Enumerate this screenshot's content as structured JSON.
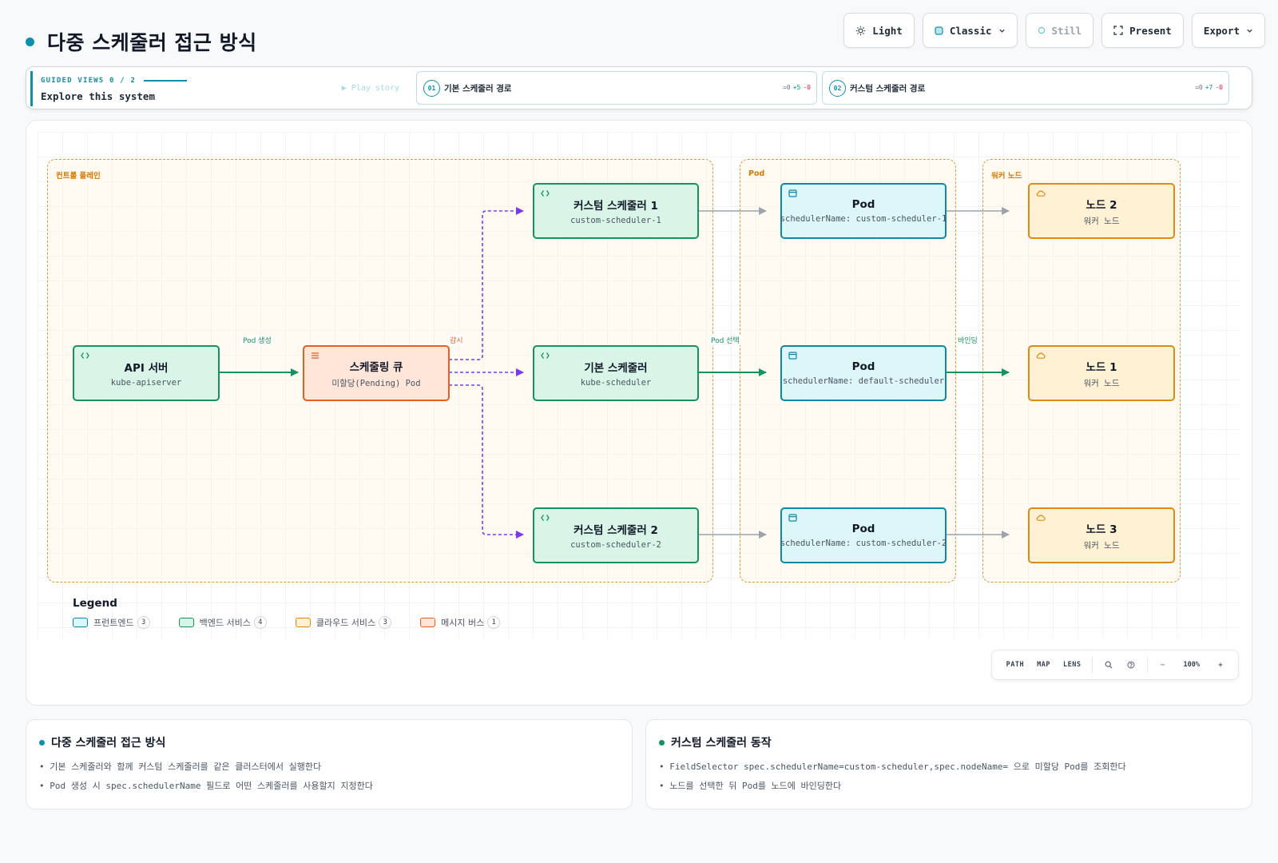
{
  "header": {
    "title": "다중 스케줄러 접근 방식",
    "toolbar": {
      "light": "Light",
      "classic": "Classic",
      "still": "Still",
      "present": "Present",
      "export": "Export"
    }
  },
  "guided": {
    "kicker": "GUIDED VIEWS 0 / 2",
    "subtitle": "Explore this system",
    "play": "▶ Play story",
    "views": [
      {
        "num": "01",
        "label": "기본 스케줄러 경로",
        "eq": "=0",
        "add": "+5",
        "del": "-0"
      },
      {
        "num": "02",
        "label": "커스텀 스케줄러 경로",
        "eq": "=0",
        "add": "+7",
        "del": "-0"
      }
    ]
  },
  "diagram": {
    "groups": {
      "control": "컨트롤 플레인",
      "pod": "Pod",
      "worker": "워커 노드"
    },
    "nodes": {
      "api": {
        "title": "API 서버",
        "sub": "kube-apiserver"
      },
      "queue": {
        "title": "스케줄링 큐",
        "sub": "미할당(Pending) Pod"
      },
      "custom1": {
        "title": "커스텀 스케줄러 1",
        "sub": "custom-scheduler-1"
      },
      "default": {
        "title": "기본 스케줄러",
        "sub": "kube-scheduler"
      },
      "custom2": {
        "title": "커스텀 스케줄러 2",
        "sub": "custom-scheduler-2"
      },
      "pod1": {
        "title": "Pod",
        "sub": "schedulerName: custom-scheduler-1"
      },
      "pod0": {
        "title": "Pod",
        "sub": "schedulerName: default-scheduler"
      },
      "pod2": {
        "title": "Pod",
        "sub": "schedulerName: custom-scheduler-2"
      },
      "node2": {
        "title": "노드 2",
        "sub": "워커 노드"
      },
      "node1": {
        "title": "노드 1",
        "sub": "워커 노드"
      },
      "node3": {
        "title": "노드 3",
        "sub": "워커 노드"
      }
    },
    "edge_labels": {
      "create": "Pod 생성",
      "watch": "감시",
      "select": "Pod 선택",
      "bind": "바인딩"
    },
    "colors": {
      "backend": "#14935d",
      "bus": "#e65f1f",
      "frontend": "#0e87a8",
      "cloud": "#e08a12",
      "watch_edge": "#7c3aed",
      "grey_edge": "#9ca3af"
    }
  },
  "legend": {
    "title": "Legend",
    "items": [
      {
        "label": "프런트엔드",
        "count": "3"
      },
      {
        "label": "백엔드 서비스",
        "count": "4"
      },
      {
        "label": "클라우드 서비스",
        "count": "3"
      },
      {
        "label": "메시지 버스",
        "count": "1"
      }
    ]
  },
  "zoom": {
    "path": "PATH",
    "map": "MAP",
    "lens": "LENS",
    "minus": "−",
    "level": "100%",
    "plus": "+"
  },
  "info": [
    {
      "title": "다중 스케줄러 접근 방식",
      "items": [
        "• 기본 스케줄러와 함께 커스텀 스케줄러를 같은 클러스터에서 실행한다",
        "• Pod 생성 시 spec.schedulerName 필드로 어떤 스케줄러를 사용할지 지정한다"
      ]
    },
    {
      "title": "커스텀 스케줄러 동작",
      "items": [
        "• FieldSelector spec.schedulerName=custom-scheduler,spec.nodeName= 으로 미할당 Pod를 조회한다",
        "• 노드를 선택한 뒤 Pod를 노드에 바인딩한다"
      ]
    }
  ]
}
